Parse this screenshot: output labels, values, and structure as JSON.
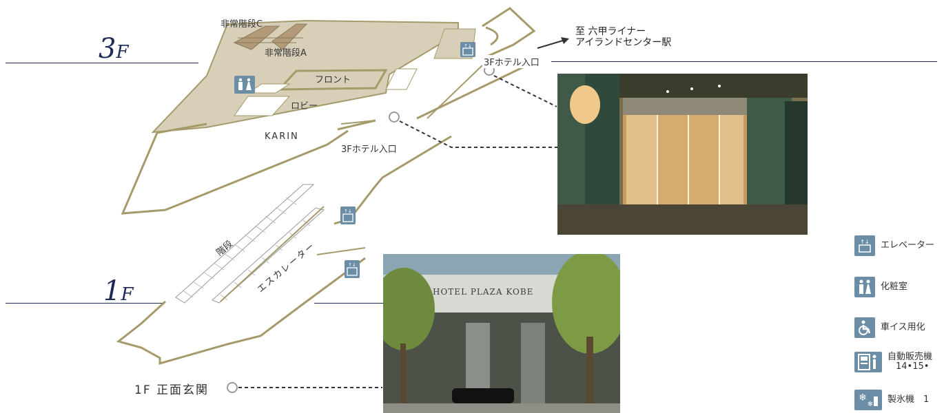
{
  "floors": {
    "f3": {
      "num": "3",
      "suffix": "F"
    },
    "f1": {
      "num": "1",
      "suffix": "F"
    }
  },
  "map_labels": {
    "emergency_stair_c": "非常階段C",
    "emergency_stair_a": "非常階段A",
    "front": "フロント",
    "lobby": "ロビー",
    "karin": "KARIN",
    "hotel_entrance_3f_upper": "3Fホテル入口",
    "hotel_entrance_3f_lower": "3Fホテル入口",
    "stairs": "階段",
    "escalator": "エスカレーター",
    "main_entrance_1f": "1F 正面玄関"
  },
  "destination": {
    "line1": "至 六甲ライナー",
    "line2": "アイランドセンター駅"
  },
  "photo_sign": "HOTEL PLAZA KOBE",
  "legend": [
    {
      "icon": "elevator-icon",
      "label": "エレベーター"
    },
    {
      "icon": "restroom-icon",
      "label": "化粧室"
    },
    {
      "icon": "wheelchair-icon",
      "label": "車イス用化"
    },
    {
      "icon": "vending-machine-icon",
      "label": "自動販売機",
      "sub": "14•15•"
    },
    {
      "icon": "ice-machine-icon",
      "label": "製氷機　1"
    }
  ],
  "colors": {
    "floor_line": "#1c2a55",
    "outline": "#a59a6a",
    "floor_fill": "#d8cfb8",
    "icon_bg": "#6b8ea6"
  }
}
